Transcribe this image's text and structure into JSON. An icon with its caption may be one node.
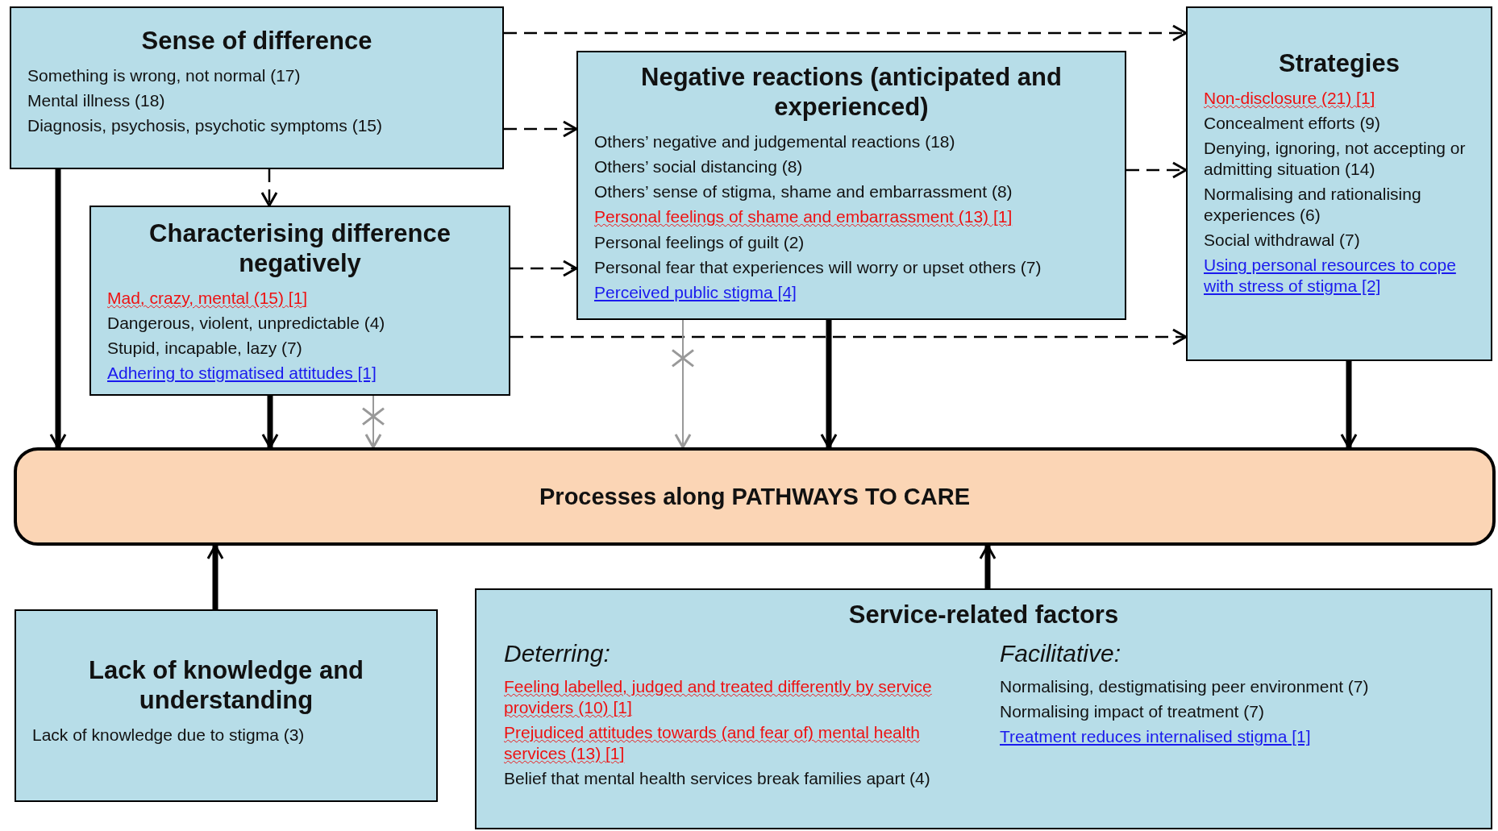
{
  "diagram": {
    "nodes": [
      {
        "text": [
          "Sense of difference",
          "Something is wrong, not normal (17)",
          "Mental illness (18)",
          "Diagnosis, psychosis, psychotic symptoms (15)"
        ]
      },
      {
        "text": [
          "Characterising difference negatively",
          "Mad, crazy, mental (15) [1]",
          "Dangerous, violent, unpredictable (4)",
          "Stupid, incapable, lazy (7)",
          "Adhering to stigmatised attitudes [1]"
        ]
      },
      {
        "text": [
          "Negative reactions (anticipated and experienced)",
          "Others’ negative and judgemental reactions (18)",
          "Others’ social distancing (8)",
          "Others’ sense of stigma, shame and embarrassment (8)",
          "Personal feelings of shame and embarrassment (13) [1]",
          "Personal feelings of guilt (2)",
          "Personal fear that experiences will worry or upset others (7)",
          "Perceived public stigma [4]"
        ]
      },
      {
        "text": [
          "Strategies",
          "Non-disclosure (21) [1]",
          "Concealment efforts (9)",
          "Denying, ignoring, not accepting or admitting situation (14)",
          "Normalising and rationalising experiences (6)",
          "Social withdrawal (7)",
          "Using personal resources to cope with stress of stigma [2]"
        ]
      },
      {
        "text": [
          "Processes along PATHWAYS TO CARE"
        ]
      },
      {
        "text": [
          "Lack of knowledge and understanding",
          "Lack of knowledge due to stigma (3)"
        ]
      },
      {
        "text": [
          "Service-related factors",
          "Deterring:",
          "Feeling labelled, judged and treated differently by service providers (10) [1]",
          "Prejudiced attitudes towards (and fear of) mental health services (13) [1]",
          "Belief that mental health services break families apart (4)",
          "Facilitative:",
          "Normalising, destigmatising peer environment (7)",
          "Normalising impact of treatment (7)",
          "Treatment reduces internalised stigma [1]"
        ]
      }
    ],
    "edges": [
      {
        "from": 0,
        "to": 3,
        "arrow": "to",
        "style": "dashed"
      },
      {
        "from": 0,
        "to": 2,
        "arrow": "to",
        "style": "dashed"
      },
      {
        "from": 0,
        "to": 1,
        "arrow": "to",
        "style": "dashed"
      },
      {
        "from": 1,
        "to": 2,
        "arrow": "to",
        "style": "dashed"
      },
      {
        "from": 1,
        "to": 3,
        "arrow": "to",
        "style": "dashed"
      },
      {
        "from": 2,
        "to": 3,
        "arrow": "to",
        "style": "dashed"
      },
      {
        "from": 0,
        "to": 4,
        "arrow": "to",
        "style": "thick"
      },
      {
        "from": 1,
        "to": 4,
        "arrow": "to",
        "style": "thick"
      },
      {
        "from": 1,
        "to": 4,
        "arrow": "to",
        "color": "#999999"
      },
      {
        "from": 2,
        "to": 4,
        "arrow": "to",
        "color": "#999999"
      },
      {
        "from": 2,
        "to": 4,
        "arrow": "to",
        "style": "thick"
      },
      {
        "from": 3,
        "to": 4,
        "arrow": "to",
        "style": "thick"
      },
      {
        "from": 5,
        "to": 4,
        "arrow": "to",
        "style": "thick"
      },
      {
        "from": 6,
        "to": 4,
        "arrow": "to",
        "style": "thick"
      }
    ]
  }
}
